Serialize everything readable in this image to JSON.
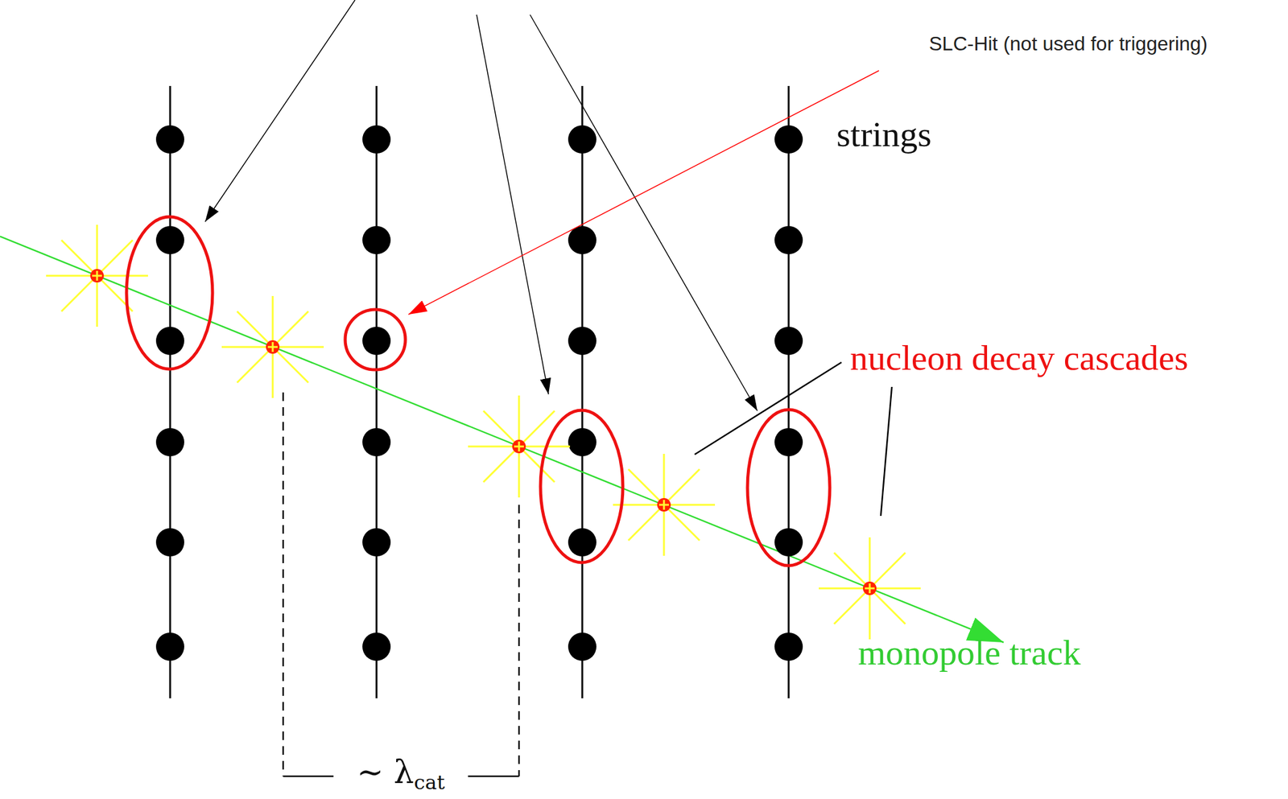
{
  "diagram": {
    "labels": [
      "SLC-Hit (not used for triggering)",
      "strings",
      "nucleon decay cascades",
      "monopole track",
      "∼ λcat"
    ]
  }
}
